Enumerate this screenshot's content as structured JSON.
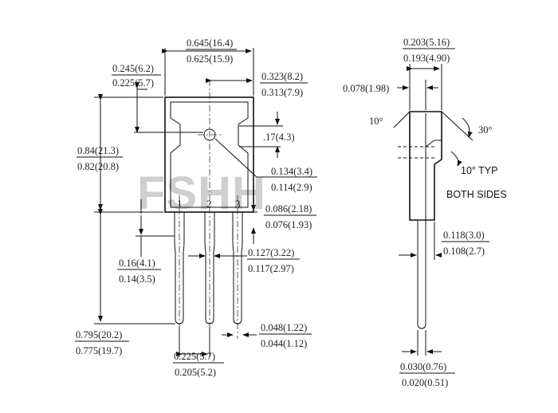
{
  "watermark": "FSHH",
  "front_view": {
    "pin_labels": [
      "1",
      "2",
      "3"
    ],
    "dims": {
      "overall_width": {
        "max": "0.645(16.4)",
        "min": "0.625(15.9)"
      },
      "tab_top": {
        "max": "0.245(6.2)",
        "min": "0.225(5.7)"
      },
      "hole_offset": {
        "max": "0.323(8.2)",
        "min": "0.313(7.9)"
      },
      "hole_height": {
        "max": ".17(4.3)"
      },
      "body_height": {
        "max": "0.84(21.3)",
        "min": "0.82(20.8)"
      },
      "hole_dia": {
        "max": "0.134(3.4)",
        "min": "0.114(2.9)"
      },
      "pin_shoulder": {
        "max": "0.086(2.18)",
        "min": "0.076(1.93)"
      },
      "lead_stub": {
        "max": "0.16(4.1)",
        "min": "0.14(3.5)"
      },
      "lead_width": {
        "max": "0.127(3.22)",
        "min": "0.117(2.97)"
      },
      "lead_length": {
        "max": "0.795(20.2)",
        "min": "0.775(19.7)"
      },
      "lead_thk": {
        "max": "0.048(1.22)",
        "min": "0.044(1.12)"
      },
      "pitch": {
        "max": "0.225(5.7)",
        "min": "0.205(5.2)"
      }
    }
  },
  "side_view": {
    "dims": {
      "body_thk": {
        "max": "0.203(5.16)",
        "min": "0.193(4.90)"
      },
      "tab_thk": {
        "max": "0.078(1.98)"
      },
      "lead_off": {
        "max": "0.118(3.0)",
        "min": "0.108(2.7)"
      },
      "lead_thk": {
        "max": "0.030(0.76)",
        "min": "0.020(0.51)"
      }
    },
    "angles": {
      "top": "10°",
      "right": "30°",
      "typ": "10° TYP"
    },
    "note": "BOTH SIDES"
  }
}
